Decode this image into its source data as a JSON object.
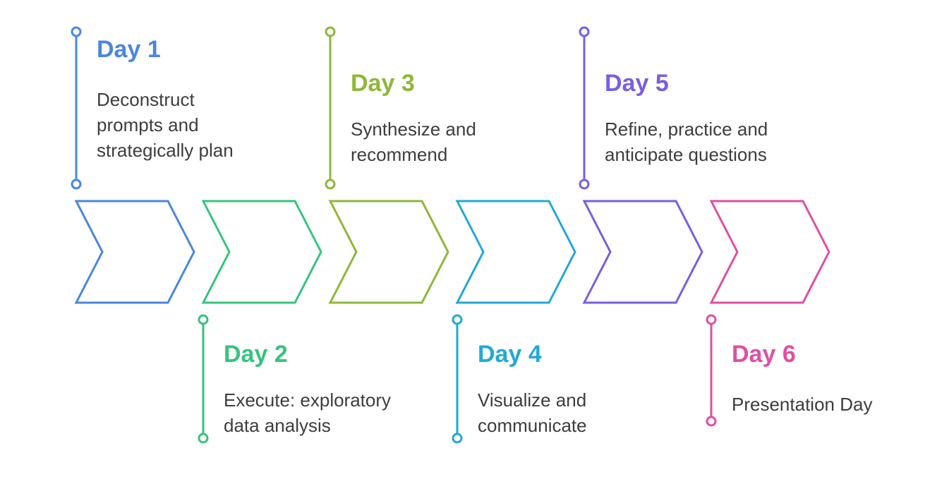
{
  "stages": [
    {
      "title": "Day 1",
      "description": [
        "Deconstruct",
        "prompts and",
        "strategically plan"
      ],
      "color": "#4a86e0",
      "position": "top"
    },
    {
      "title": "Day 2",
      "description": [
        "Execute: exploratory",
        "data analysis"
      ],
      "color": "#35c47e",
      "position": "bottom"
    },
    {
      "title": "Day 3",
      "description": [
        "Synthesize and",
        "recommend"
      ],
      "color": "#8db838",
      "position": "top"
    },
    {
      "title": "Day 4",
      "description": [
        "Visualize and",
        "communicate"
      ],
      "color": "#22a8d6",
      "position": "bottom"
    },
    {
      "title": "Day 5",
      "description": [
        "Refine, practice and",
        "anticipate questions"
      ],
      "color": "#7a5ee0",
      "position": "top"
    },
    {
      "title": "Day 6",
      "description": [
        "Presentation Day"
      ],
      "color": "#de4fa4",
      "position": "bottom"
    }
  ]
}
